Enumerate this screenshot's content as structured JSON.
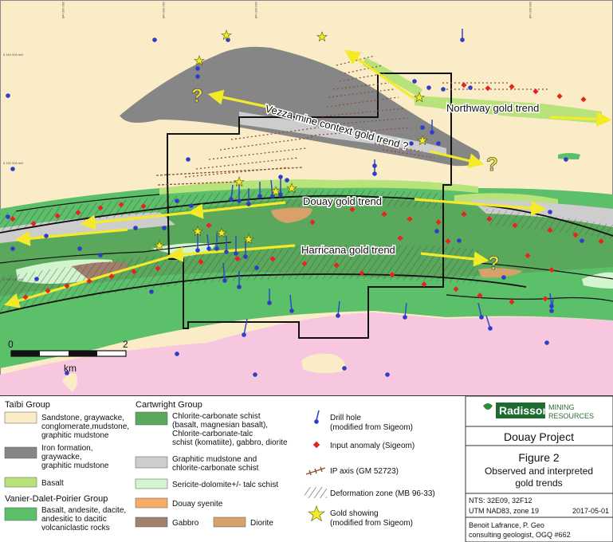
{
  "map": {
    "trends": {
      "vezza": "Vezza mine context gold trend ?",
      "northway": "Northway gold trend",
      "douay": "Douay gold trend",
      "harricana": "Harricana gold trend"
    },
    "query_mark": "?",
    "scale": {
      "start": "0",
      "end": "2",
      "unit": "km"
    },
    "coords": {
      "x1": "280 000 mE",
      "x2": "282 000 mE",
      "x3": "284 000 mE",
      "x4": "286 000 mE",
      "y1": "5 494 000 mN",
      "y2": "5 492 000 mN",
      "y3": "5 490 000 mN"
    }
  },
  "legend": {
    "taibi": {
      "title": "Taïbi Group",
      "sandstone": [
        "Sandstone, graywacke,",
        "conglomerate,mudstone,",
        "graphitic mudstone"
      ],
      "iron": [
        "Iron formation,",
        "graywacke,",
        "graphitic mudstone"
      ],
      "basalt": "Basalt"
    },
    "vanier": {
      "title": "Vanier-Dalet-Poirier Group",
      "basalt": [
        "Basalt, andesite, dacite,",
        "andesitic to dacitic",
        "volcaniclastic rocks"
      ]
    },
    "cartwright": {
      "title": "Cartwright Group",
      "chlorite": [
        "Chlorite-carbonate schist",
        "(basalt, magnesian basalt),",
        "Chlorite-carbonate-talc",
        "schist (komatiite), gabbro, diorite"
      ],
      "graphitic": [
        "Graphitic mudstone and",
        "chlorite-carbonate schist"
      ],
      "sericite": "Sericite-dolomite+/- talc schist",
      "syenite": "Douay syenite",
      "gabbro": "Gabbro",
      "diorite": "Diorite"
    },
    "symbols": {
      "drill": [
        "Drill hole",
        "(modified from Sigeom)"
      ],
      "anomaly": "Input anomaly (Sigeom)",
      "ip": "IP axis (GM 52723)",
      "deformation": "Deformation zone (MB 96-33)",
      "showing": [
        "Gold showing",
        "(modified from Sigeom)"
      ]
    },
    "colors": {
      "sandstone": "#fbecc8",
      "iron": "#868686",
      "taibi_basalt": "#b8e27a",
      "vanier_basalt": "#5cc06a",
      "chlorite": "#5aa85c",
      "graphitic": "#cdcdcd",
      "sericite": "#d2f4cf",
      "syenite": "#f7ac68",
      "gabbro": "#a1806c",
      "diorite": "#d8a169",
      "pink": "#f7c6df"
    }
  },
  "titleblock": {
    "logo_main": "Radisson",
    "logo_sub1": "MINING",
    "logo_sub2": "RESOURCES",
    "project": "Douay Project",
    "figure": "Figure 2",
    "caption1": "Observed and interpreted",
    "caption2": "gold trends",
    "nts": "NTS: 32E09, 32F12",
    "utm": "UTM NAD83, zone 19",
    "date": "2017-05-01",
    "author1": "Benoit Lafrance, P. Geo",
    "author2": "consulting geologist, OGQ #662"
  }
}
